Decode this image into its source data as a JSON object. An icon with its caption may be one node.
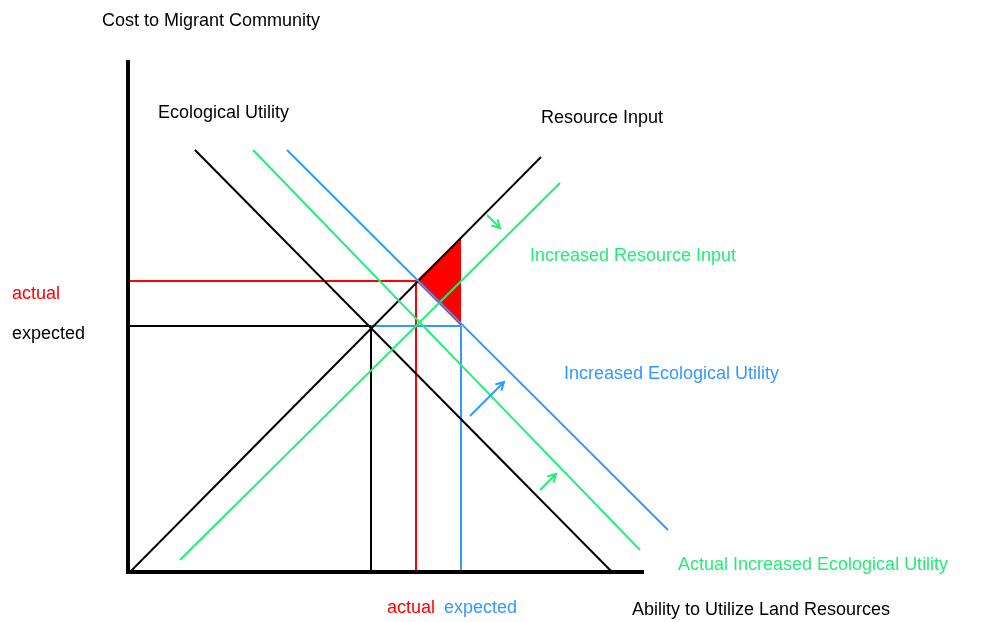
{
  "diagram": {
    "labels": [
      "Cost to Migrant Community",
      "Ecological Utility",
      "Resource Input",
      "Increased Resource Input",
      "actual",
      "expected",
      "Increased Ecological Utility",
      "Actual Increased Ecological Utility",
      "actual",
      "expected",
      "Ability to Utilize Land Resources"
    ]
  }
}
